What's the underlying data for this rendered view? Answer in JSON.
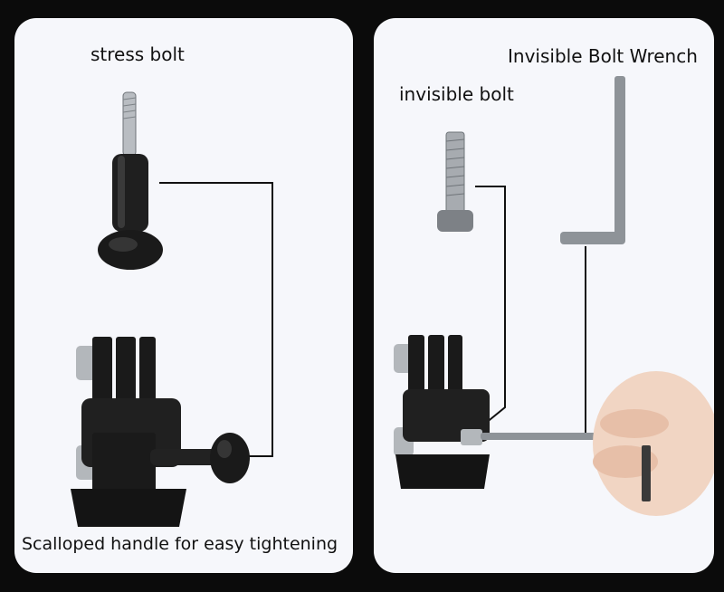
{
  "left_panel": {
    "title_label": "stress bolt",
    "caption_label": "Scalloped handle for easy tightening"
  },
  "right_panel": {
    "bolt_label": "invisible bolt",
    "wrench_label": "Invisible Bolt Wrench"
  },
  "colors": {
    "background": "#0b0b0b",
    "panel": "#f6f7fb",
    "mount_black": "#1a1a1a",
    "steel": "#9aa0a6",
    "callout_line": "#111111"
  }
}
